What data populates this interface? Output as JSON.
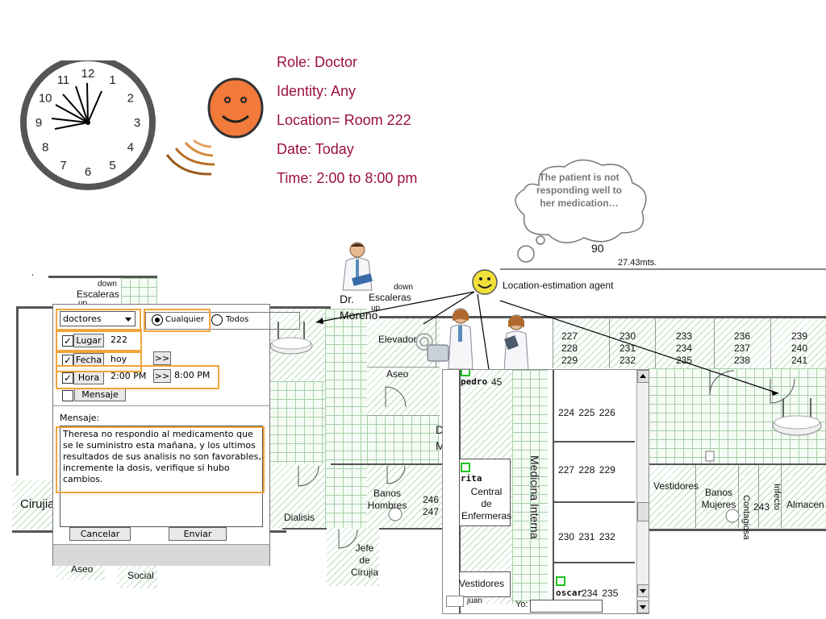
{
  "context": {
    "role": "Role: Doctor",
    "identity": "Identity: Any",
    "location": "Location= Room 222",
    "date": "Date: Today",
    "time": "Time: 2:00 to 8:00 pm"
  },
  "clock": {
    "numerals": [
      "12",
      "1",
      "2",
      "3",
      "4",
      "5",
      "6",
      "7",
      "8",
      "9",
      "10",
      "11"
    ]
  },
  "thought_bubble": {
    "text": "The patient is not responding well to her medication…"
  },
  "agent": {
    "label": "Location-estimation agent"
  },
  "map": {
    "distance_label": "27.43mts.",
    "number_90": "90",
    "doctor_name_1": "Dr.",
    "doctor_name_2": "Moreno",
    "stairs_left": {
      "down": "down",
      "label": "Escaleras",
      "up": "up"
    },
    "stairs_mid": {
      "down": "down",
      "label": "Escaleras",
      "up": "up"
    },
    "elevator": "Elevador",
    "aseo_top": "Aseo",
    "rooms_col1": [
      "227",
      "228",
      "229"
    ],
    "rooms_col2": [
      "230",
      "231",
      "232"
    ],
    "rooms_col3": [
      "233",
      "234",
      "235"
    ],
    "rooms_col4": [
      "236",
      "237",
      "238"
    ],
    "rooms_col5": [
      "239",
      "240",
      "241"
    ],
    "cirujia": "Cirujia",
    "dialisis": "Dialisis",
    "banos_hombres": [
      "Banos",
      "Hombres"
    ],
    "rooms_246": [
      "246",
      "247"
    ],
    "jefe_cirujia": [
      "Jefe",
      "de",
      "Cirujia"
    ],
    "aseo_bottom": "Aseo",
    "social": "Social",
    "vestidores_right": "Vestidores",
    "banos_mujeres": [
      "Banos",
      "Mujeres"
    ],
    "contagiosa": "Contagiosa",
    "infecto": "Infecto",
    "room_243": "243",
    "almacen": "Almacen",
    "partial_d": "D",
    "partial_m": "M"
  },
  "dialog": {
    "select_value": "doctores",
    "radio_any": "Cualquier",
    "radio_all": "Todos",
    "lugar_label": "Lugar",
    "lugar_value": "222",
    "fecha_label": "Fecha",
    "fecha_value": "hoy",
    "arrow": ">>",
    "hora_label": "Hora",
    "hora_from": "2:00 PM",
    "hora_to": "8:00 PM",
    "mensaje_button": "Mensaje",
    "mensaje_label": "Mensaje:",
    "message": "Theresa no respondio al medicamento que se le suministro esta mañana, y los ultimos resultados de sus analisis no son favorables, incremente la dosis, verifique si hubo cambios.",
    "cancel": "Cancelar",
    "send": "Enviar"
  },
  "panel": {
    "user_pedro": "pedro",
    "num_45": "45",
    "user_rita": "rita",
    "central": [
      "Central",
      "de",
      "Enfermeras"
    ],
    "medicina": "Medicina Interna",
    "rooms_row1": [
      "224",
      "225",
      "226"
    ],
    "rooms_row2": [
      "227",
      "228",
      "229"
    ],
    "rooms_row3": [
      "230",
      "231",
      "232"
    ],
    "rooms_row4": [
      "234",
      "235"
    ],
    "vestidores": "Vestidores",
    "user_oscar": "oscar",
    "user_juan": "juan",
    "yo_label": "Yo:"
  },
  "colors": {
    "accent_text": "#9b1040",
    "highlight_box": "#f2a53a",
    "user_marker": "#1fc31f",
    "smiley": "#f27a3a",
    "agent": "#f2e03a"
  }
}
